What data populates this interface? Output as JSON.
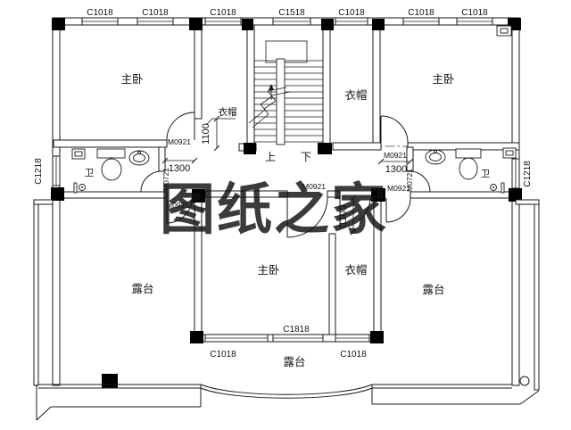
{
  "drawing": {
    "type": "residential floor plan",
    "floor_note": "second-floor plan with stairs, three bedrooms, two baths, terraces"
  },
  "watermark": {
    "text": "图纸之家"
  },
  "colors": {
    "watermark_red": "#de3226",
    "line": "#1a1a1a"
  },
  "rooms": {
    "master_bedroom": "主卧",
    "cloakroom": "衣帽",
    "bathroom": "卫",
    "terrace": "露台"
  },
  "stairs": {
    "up": "上",
    "down": "下"
  },
  "windows": {
    "C1018": "C1018",
    "C1518": "C1518",
    "C1818": "C1818",
    "C1218": "C1218"
  },
  "doors": {
    "M0921": "M0921",
    "M0721": "M0721"
  },
  "dims": {
    "d1100": "1100",
    "d1300": "1300"
  }
}
